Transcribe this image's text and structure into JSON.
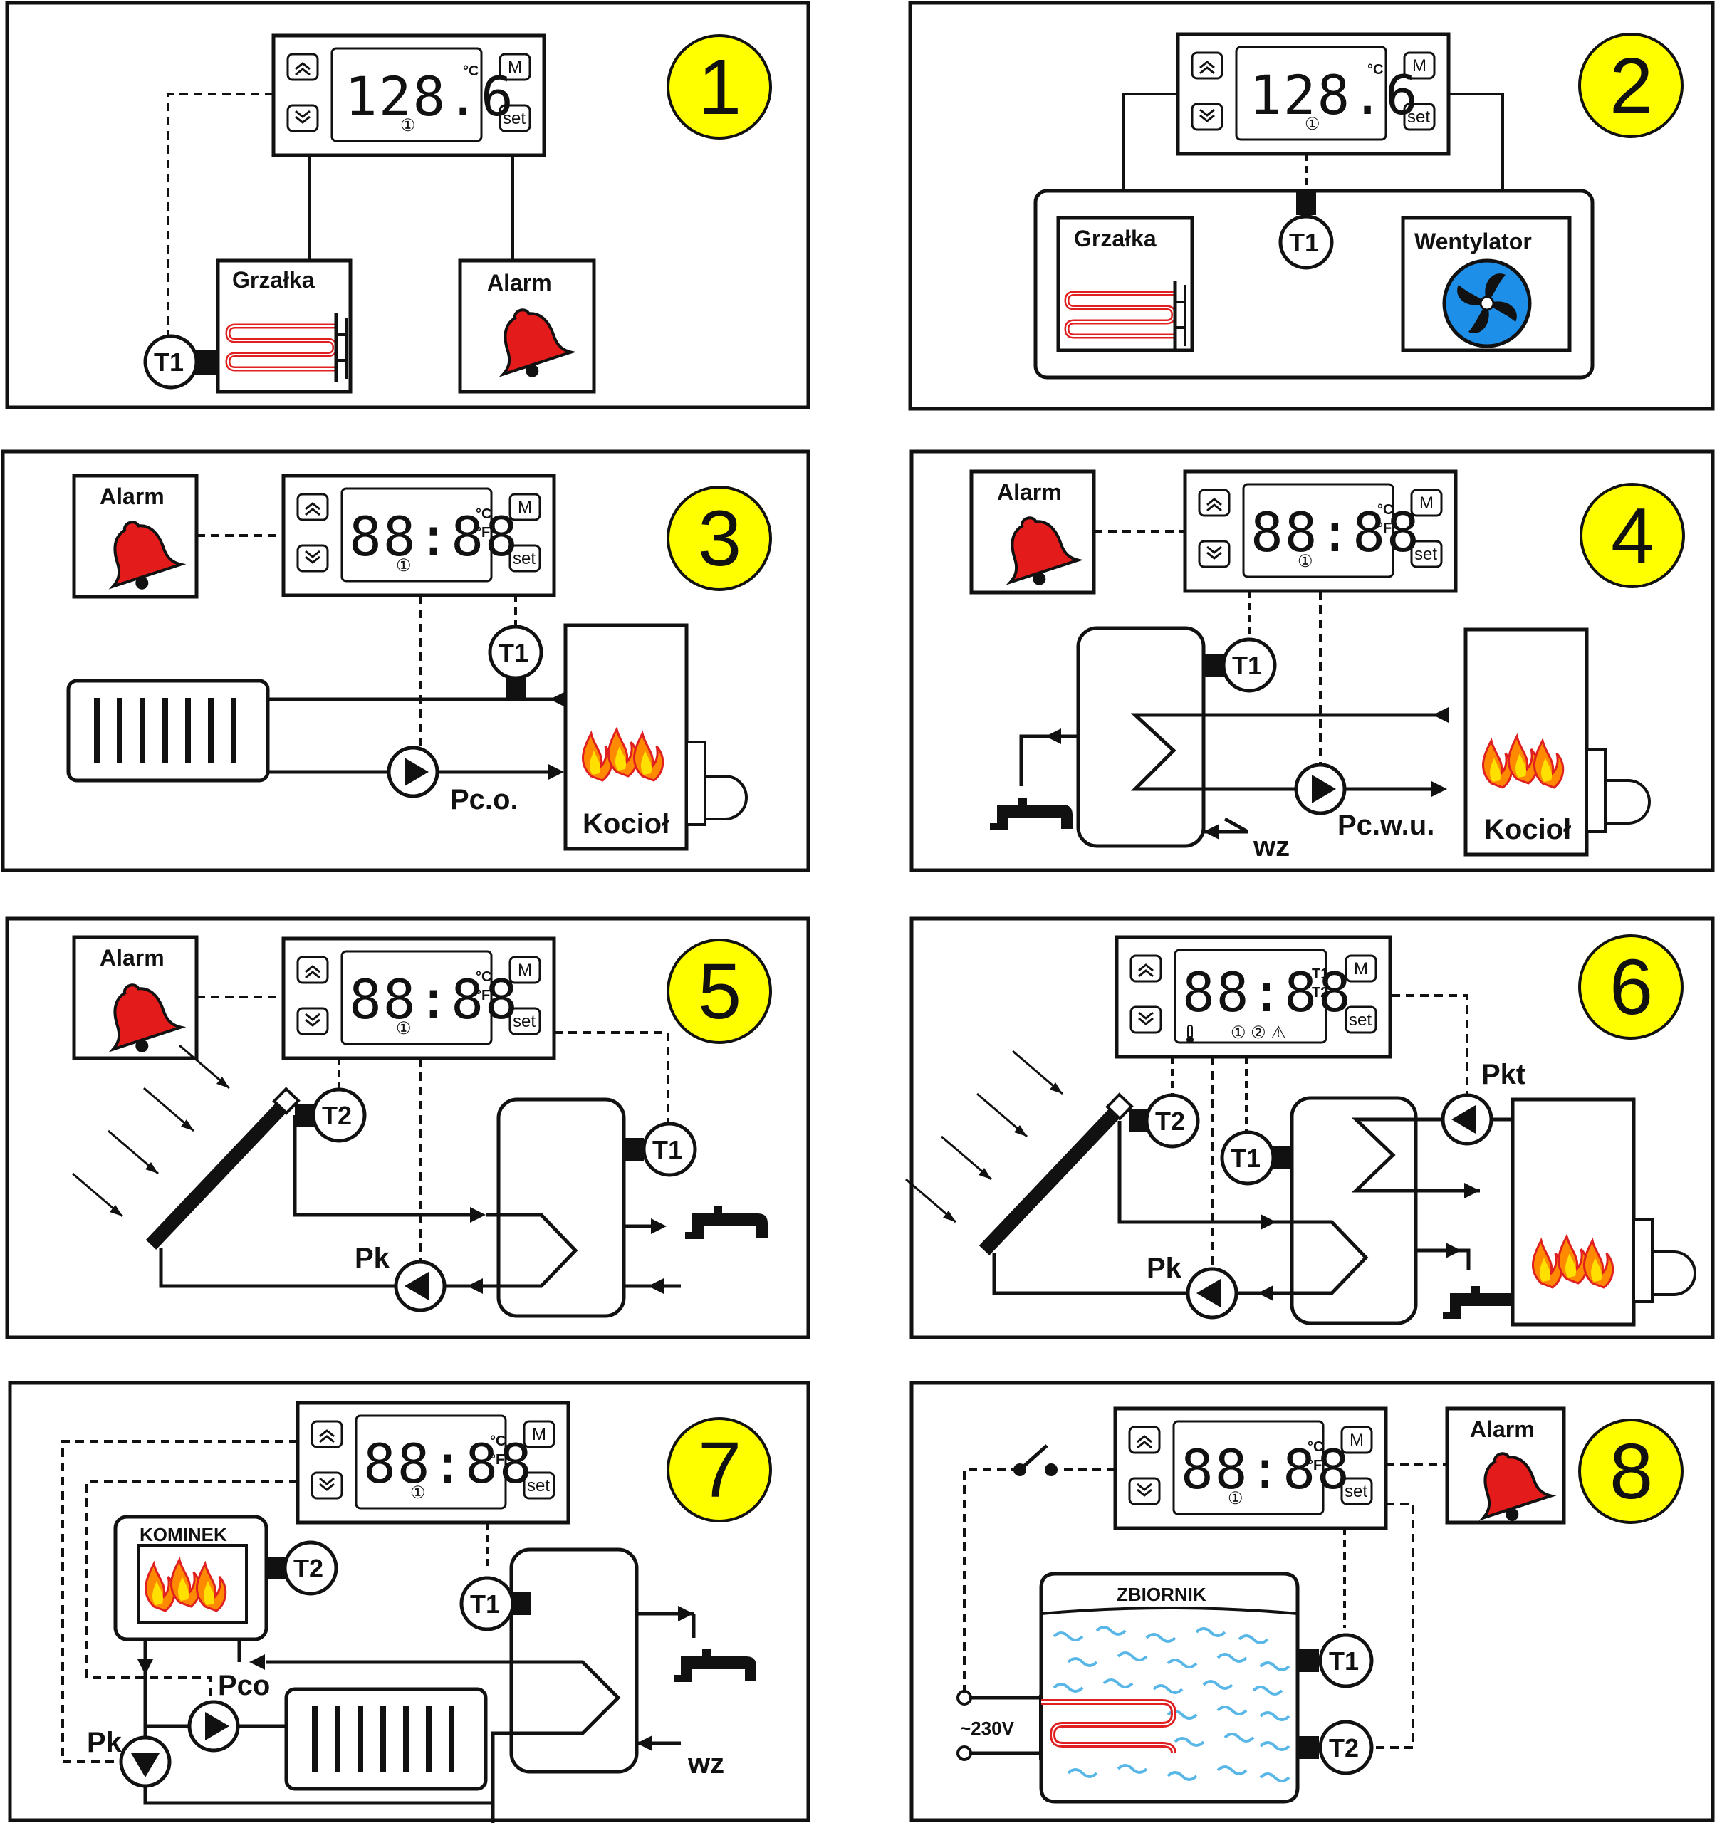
{
  "controller": {
    "btn_mode": "M",
    "btn_set": "set",
    "unit_celsius": "°C",
    "unit_fahrenheit": "°F",
    "output_mark": "①",
    "display_single": "128.6",
    "display_dual": "88:88",
    "ch_t1": "T1",
    "ch_t2": "T2",
    "status_marks": "① ② ⚠"
  },
  "labels": {
    "heater": "Grzałka",
    "alarm": "Alarm",
    "fan": "Wentylator",
    "boiler": "Kocioł",
    "pump_co": "Pc.o.",
    "pump_cwu": "Pc.w.u.",
    "cold_water": "wz",
    "collector_pump": "Pk",
    "boiler_pump": "Pkt",
    "fireplace": "KOMINEK",
    "co_pump": "Pco",
    "tank": "ZBIORNIK",
    "mains": "~230V"
  },
  "sensors": {
    "t1": "T1",
    "t2": "T2"
  },
  "panels": [
    {
      "number": "1"
    },
    {
      "number": "2"
    },
    {
      "number": "3"
    },
    {
      "number": "4"
    },
    {
      "number": "5"
    },
    {
      "number": "6"
    },
    {
      "number": "7"
    },
    {
      "number": "8"
    }
  ],
  "colors": {
    "badge_yellow": "#ffff00",
    "heater_red": "#e02020",
    "bell_red": "#e31b1b",
    "fan_blue": "#1e8fe8",
    "flame_orange": "#ff8a00",
    "flame_yellow": "#ffe000",
    "water_blue": "#59b7e8"
  }
}
